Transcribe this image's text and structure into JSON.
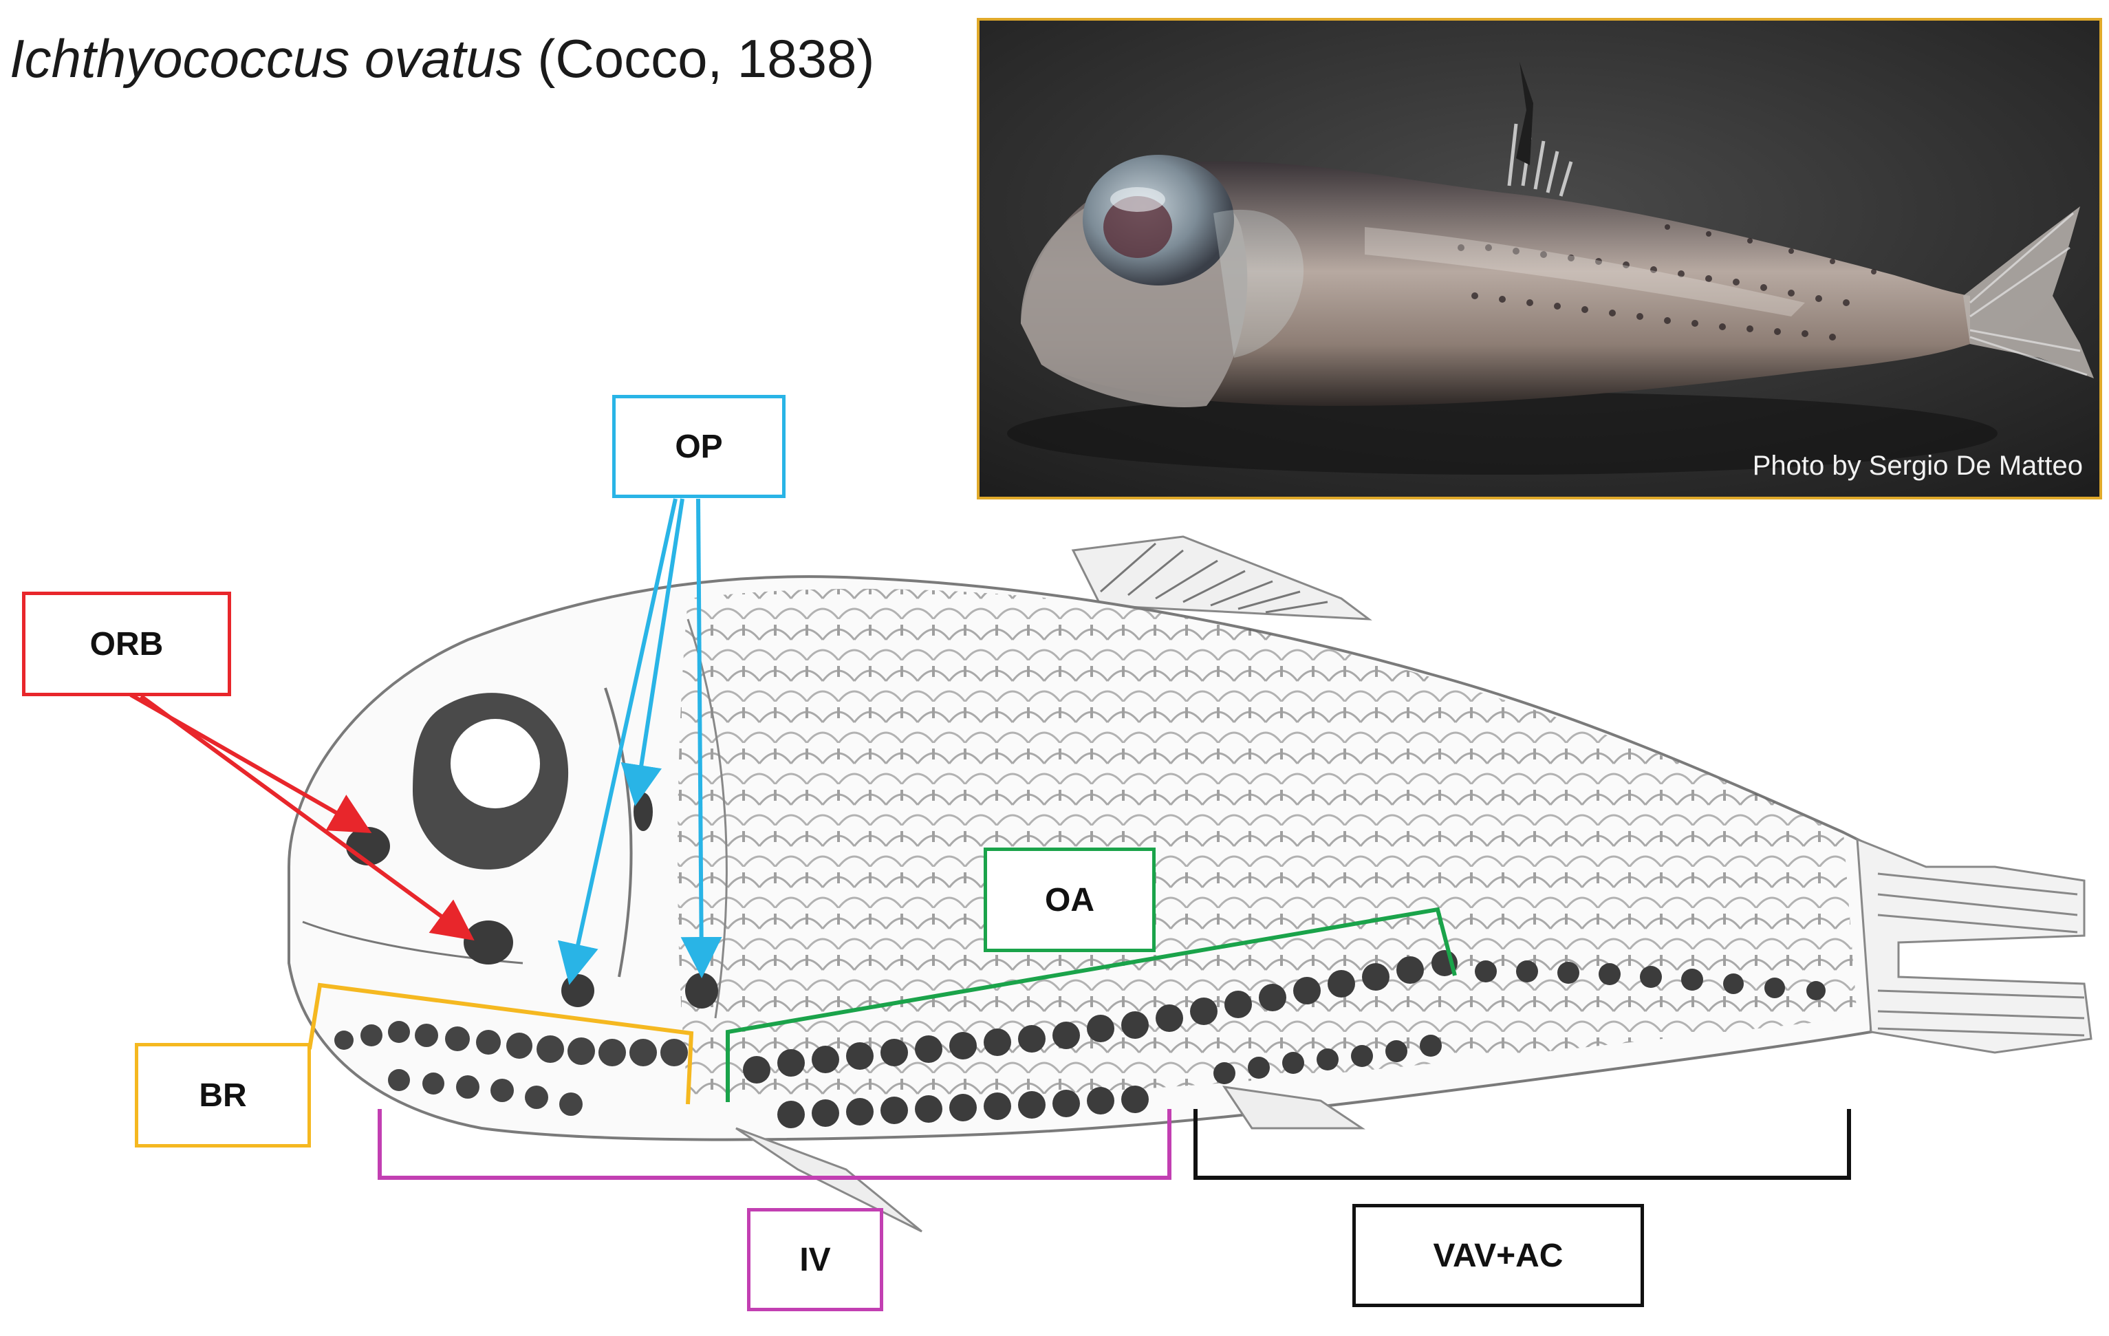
{
  "title": {
    "species": "Ichthyococcus ovatus",
    "author": "(Cocco, 1838)"
  },
  "photo": {
    "credit": "Photo by  Sergio De Matteo"
  },
  "labels": {
    "orb": {
      "text": "ORB",
      "color": "#e8262b"
    },
    "op": {
      "text": "OP",
      "color": "#29b4e6"
    },
    "br": {
      "text": "BR",
      "color": "#f5b820"
    },
    "oa": {
      "text": "OA",
      "color": "#1aa34a"
    },
    "iv": {
      "text": "IV",
      "color": "#c23fb2"
    },
    "vav_ac": {
      "text": "VAV+AC",
      "color": "#111111"
    }
  }
}
